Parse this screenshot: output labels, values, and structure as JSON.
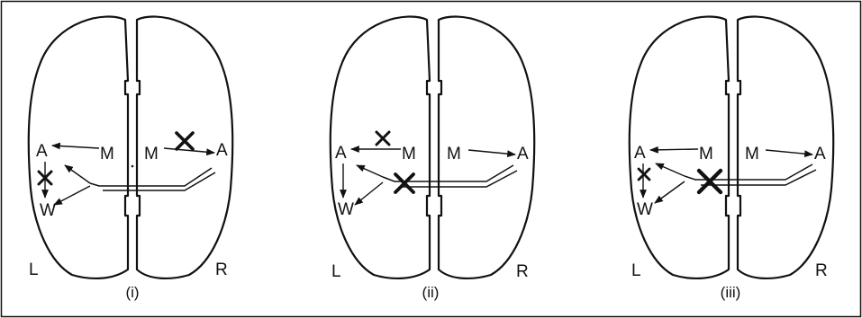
{
  "panels": [
    {
      "caption": "(i)",
      "left": {
        "side": "L",
        "motor": "M",
        "angular": "A",
        "wernicke": "W"
      },
      "right": {
        "side": "R",
        "motor": "M",
        "angular": "A"
      },
      "lesions": [
        "left-angular-to-wernicke",
        "right-motor-to-angular"
      ]
    },
    {
      "caption": "(ii)",
      "left": {
        "side": "L",
        "motor": "M",
        "angular": "A",
        "wernicke": "W"
      },
      "right": {
        "side": "R",
        "motor": "M",
        "angular": "A"
      },
      "lesions": [
        "left-motor-to-angular",
        "callosal-junction"
      ]
    },
    {
      "caption": "(iii)",
      "left": {
        "side": "L",
        "motor": "M",
        "angular": "A",
        "wernicke": "W"
      },
      "right": {
        "side": "R",
        "motor": "M",
        "angular": "A"
      },
      "lesions": [
        "left-angular-to-wernicke",
        "corpus-callosum"
      ]
    }
  ],
  "icons": {
    "lesion": "x-mark-icon",
    "pathway": "arrow-icon"
  },
  "colors": {
    "ink": "#111111",
    "background": "#ffffff"
  }
}
